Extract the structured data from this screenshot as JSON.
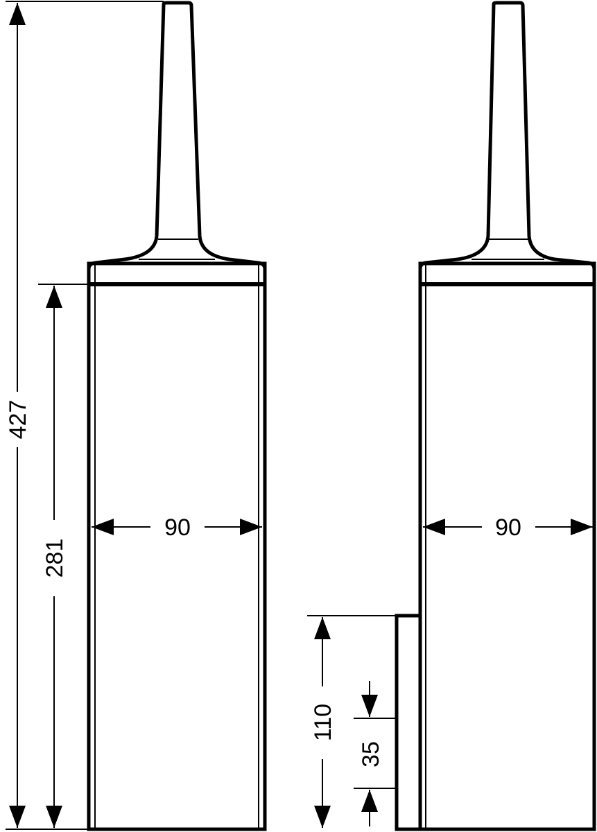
{
  "dimensions": {
    "total_height": "427",
    "body_height": "281",
    "width_front": "90",
    "width_side": "90",
    "bracket_height": "110",
    "bracket_offset": "35"
  },
  "colors": {
    "line": "#000000",
    "background": "#ffffff"
  }
}
